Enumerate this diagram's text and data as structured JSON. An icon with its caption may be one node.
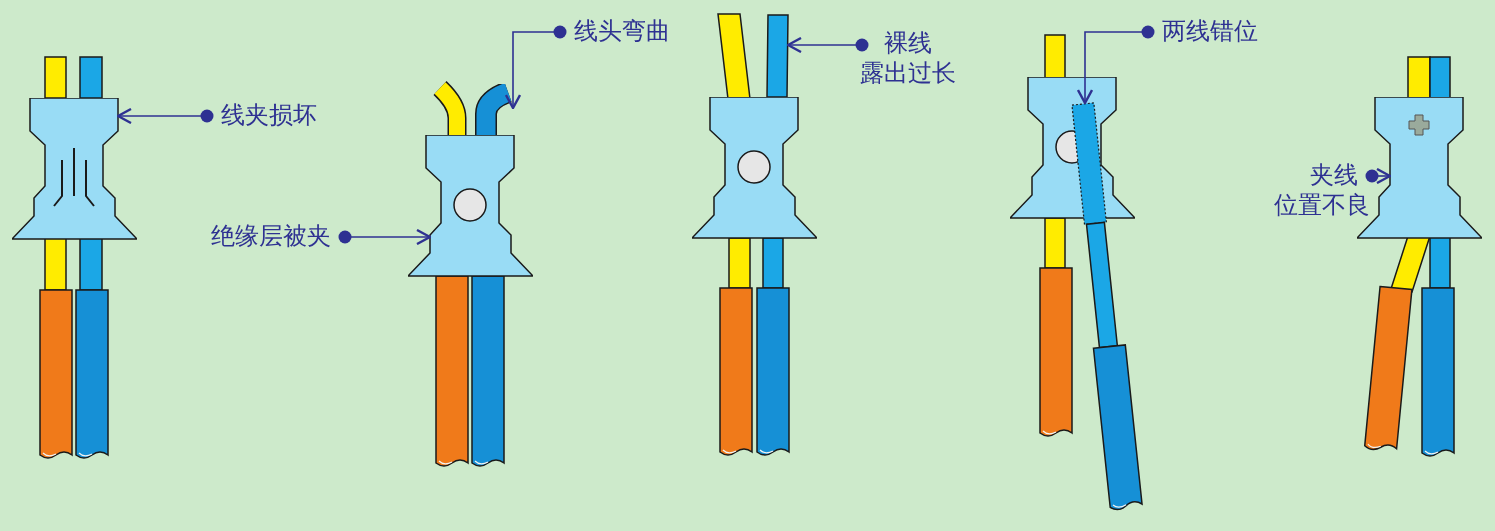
{
  "diagram": {
    "nodes": [
      {
        "text": [],
        "shape": "picture"
      },
      {
        "text": [
          "线夹损坏"
        ]
      },
      {
        "text": [
          "线头弯曲"
        ]
      },
      {
        "text": [],
        "shape": "picture"
      },
      {
        "text": [],
        "shape": "picture"
      },
      {
        "text": [
          "绝缘层被夹"
        ]
      },
      {
        "text": [],
        "shape": "picture"
      },
      {
        "text": [],
        "shape": "picture"
      },
      {
        "text": [
          "裸线",
          "露出过长"
        ]
      },
      {
        "text": [
          "两线错位"
        ]
      },
      {
        "text": [],
        "shape": "picture"
      },
      {
        "text": [],
        "shape": "picture"
      },
      {
        "text": [
          "夹线",
          "位置不良"
        ]
      },
      {
        "text": [],
        "shape": "picture"
      }
    ],
    "edges": [
      {
        "from": 1,
        "to": 0,
        "arrow": "to"
      },
      {
        "from": 2,
        "to": 3,
        "arrow": "to"
      },
      {
        "from": 5,
        "to": 4,
        "arrow": "to"
      },
      {
        "from": 8,
        "to": 6,
        "arrow": "to"
      },
      {
        "from": 9,
        "to": 11,
        "arrow": "to"
      },
      {
        "from": 12,
        "to": 13,
        "arrow": "to"
      }
    ]
  }
}
